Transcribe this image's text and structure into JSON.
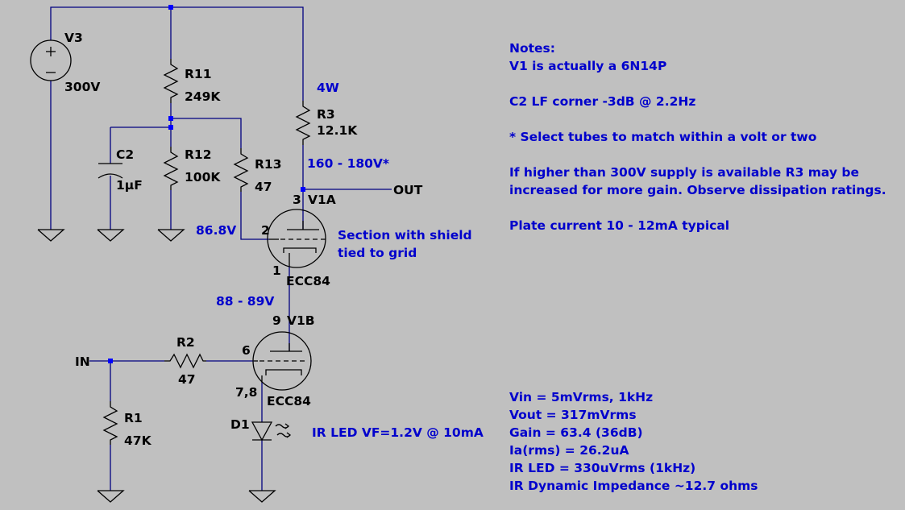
{
  "components": {
    "v3": {
      "name": "V3",
      "value": "300V"
    },
    "r11": {
      "name": "R11",
      "value": "249K"
    },
    "r12": {
      "name": "R12",
      "value": "100K"
    },
    "r13": {
      "name": "R13",
      "value": "47"
    },
    "r3": {
      "name": "R3",
      "value": "12.1K",
      "power": "4W"
    },
    "c2": {
      "name": "C2",
      "value": "1µF"
    },
    "r2": {
      "name": "R2",
      "value": "47"
    },
    "r1": {
      "name": "R1",
      "value": "47K"
    },
    "d1": {
      "name": "D1"
    },
    "v1a": {
      "name": "V1A",
      "type": "ECC84",
      "pin_plate": "3",
      "pin_grid": "2",
      "pin_cathode": "1"
    },
    "v1b": {
      "name": "V1B",
      "type": "ECC84",
      "pin_plate": "9",
      "pin_grid": "6",
      "pin_cathode": "7,8"
    }
  },
  "nets": {
    "out": "OUT",
    "in": "IN"
  },
  "voltages": {
    "plate": "160 - 180V*",
    "grid": "86.8V",
    "mid": "88 - 89V"
  },
  "annotations": {
    "shield": [
      "Section with shield",
      "tied to grid"
    ],
    "ir_led": "IR LED VF=1.2V @ 10mA"
  },
  "notes": [
    "Notes:",
    "V1 is actually a 6N14P",
    "",
    "C2 LF corner -3dB @ 2.2Hz",
    "",
    "* Select tubes to match within a volt or two",
    "",
    "If higher than 300V supply is available R3 may be",
    "increased for more gain. Observe dissipation ratings.",
    "",
    "Plate current 10 - 12mA typical"
  ],
  "results": [
    "Vin = 5mVrms, 1kHz",
    "Vout = 317mVrms",
    "Gain = 63.4 (36dB)",
    "Ia(rms) = 26.2uA",
    "IR LED = 330uVrms (1kHz)",
    "IR Dynamic Impedance ~12.7 ohms"
  ],
  "colors": {
    "background": "#c0c0c0",
    "wire": "#00007f",
    "annotation": "#0000cc",
    "label": "#000000"
  }
}
